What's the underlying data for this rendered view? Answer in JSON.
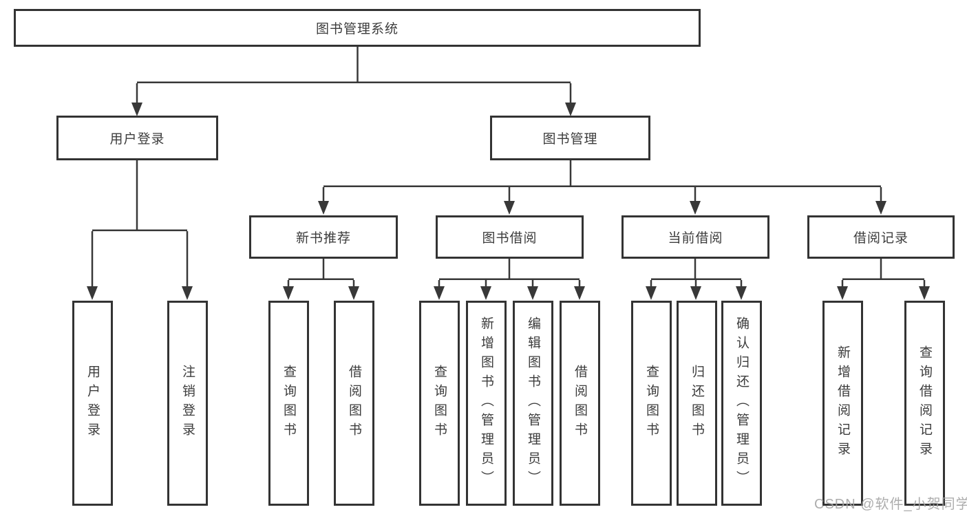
{
  "diagram_type": "hierarchy-structure-diagram",
  "tree": {
    "root": {
      "label": "图书管理系统",
      "children": [
        {
          "label": "用户登录",
          "children": [
            {
              "label": "用户登录"
            },
            {
              "label": "注销登录"
            }
          ]
        },
        {
          "label": "图书管理",
          "children": [
            {
              "label": "新书推荐",
              "children": [
                {
                  "label": "查询图书"
                },
                {
                  "label": "借阅图书"
                }
              ]
            },
            {
              "label": "图书借阅",
              "children": [
                {
                  "label": "查询图书"
                },
                {
                  "label": "新增图书（管理员）"
                },
                {
                  "label": "编辑图书（管理员）"
                },
                {
                  "label": "借阅图书"
                }
              ]
            },
            {
              "label": "当前借阅",
              "children": [
                {
                  "label": "查询图书"
                },
                {
                  "label": "归还图书"
                },
                {
                  "label": "确认归还（管理员）"
                }
              ]
            },
            {
              "label": "借阅记录",
              "children": [
                {
                  "label": "新增借阅记录"
                },
                {
                  "label": "查询借阅记录"
                }
              ]
            }
          ]
        }
      ]
    }
  },
  "watermark": {
    "text": "CSDN @软件_小贺同学"
  },
  "colors": {
    "line": "#383838",
    "box_border": "#333333",
    "text": "#3c3c3c",
    "watermark": "#a5a5a5",
    "background": "#ffffff"
  }
}
